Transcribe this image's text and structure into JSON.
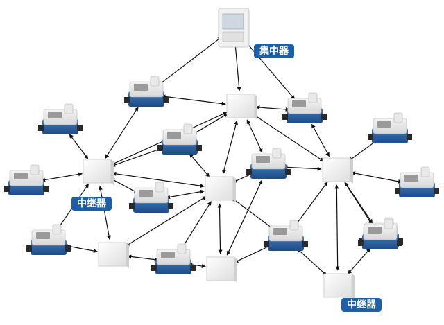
{
  "labels": {
    "concentrator": "集中器",
    "repeater_left": "中继器",
    "repeater_bottom": "中继器"
  },
  "nodes": [
    {
      "id": "concentrator",
      "kind": "concentrator",
      "name": "concentrator-device"
    },
    {
      "id": "r1",
      "kind": "repeater",
      "name": "repeater-top"
    },
    {
      "id": "r2",
      "kind": "repeater",
      "name": "repeater-left"
    },
    {
      "id": "r3",
      "kind": "repeater",
      "name": "repeater-center"
    },
    {
      "id": "r4",
      "kind": "repeater",
      "name": "repeater-right"
    },
    {
      "id": "r5",
      "kind": "repeater",
      "name": "repeater-bottom-left"
    },
    {
      "id": "r6",
      "kind": "repeater",
      "name": "repeater-bottom-center"
    },
    {
      "id": "r7",
      "kind": "repeater",
      "name": "repeater-bottom-right"
    },
    {
      "id": "m1",
      "kind": "meter",
      "name": "water-meter"
    },
    {
      "id": "m2",
      "kind": "meter",
      "name": "water-meter"
    },
    {
      "id": "m3",
      "kind": "meter",
      "name": "water-meter"
    },
    {
      "id": "m4",
      "kind": "meter",
      "name": "water-meter"
    },
    {
      "id": "m5",
      "kind": "meter",
      "name": "water-meter"
    },
    {
      "id": "m6",
      "kind": "meter",
      "name": "water-meter"
    },
    {
      "id": "m7",
      "kind": "meter",
      "name": "water-meter"
    },
    {
      "id": "m8",
      "kind": "meter",
      "name": "water-meter"
    },
    {
      "id": "m9",
      "kind": "meter",
      "name": "water-meter"
    },
    {
      "id": "m10",
      "kind": "meter",
      "name": "water-meter"
    },
    {
      "id": "m11",
      "kind": "meter",
      "name": "water-meter"
    },
    {
      "id": "m12",
      "kind": "meter",
      "name": "water-meter"
    },
    {
      "id": "m13",
      "kind": "meter",
      "name": "water-meter"
    },
    {
      "id": "m14",
      "kind": "meter",
      "name": "water-meter"
    }
  ],
  "links": [
    [
      "concentrator",
      "m1"
    ],
    [
      "concentrator",
      "r1"
    ],
    [
      "concentrator",
      "m8"
    ],
    [
      "m1",
      "r1"
    ],
    [
      "m1",
      "r2"
    ],
    [
      "r1",
      "m3"
    ],
    [
      "r1",
      "r2"
    ],
    [
      "r1",
      "r3"
    ],
    [
      "r1",
      "m4"
    ],
    [
      "r1",
      "m8"
    ],
    [
      "r1",
      "r4"
    ],
    [
      "m2",
      "r2"
    ],
    [
      "m3",
      "r2"
    ],
    [
      "m3",
      "r3"
    ],
    [
      "m7",
      "r2"
    ],
    [
      "m6",
      "r2"
    ],
    [
      "m6",
      "r3"
    ],
    [
      "r2",
      "r3"
    ],
    [
      "r2",
      "r5"
    ],
    [
      "m5",
      "r2"
    ],
    [
      "r5",
      "m5"
    ],
    [
      "r5",
      "r3"
    ],
    [
      "r5",
      "m9"
    ],
    [
      "m9",
      "r3"
    ],
    [
      "m9",
      "r6"
    ],
    [
      "r6",
      "r3"
    ],
    [
      "r6",
      "m4"
    ],
    [
      "r3",
      "m4"
    ],
    [
      "r6",
      "m10"
    ],
    [
      "m4",
      "r4"
    ],
    [
      "m8",
      "r4"
    ],
    [
      "r4",
      "m11"
    ],
    [
      "r4",
      "m12"
    ],
    [
      "r4",
      "m13"
    ],
    [
      "r4",
      "m10"
    ],
    [
      "r4",
      "m14"
    ],
    [
      "r4",
      "r7"
    ],
    [
      "m10",
      "r7"
    ],
    [
      "m14",
      "r7"
    ],
    [
      "m4",
      "r4"
    ],
    [
      "r3",
      "m10"
    ]
  ]
}
